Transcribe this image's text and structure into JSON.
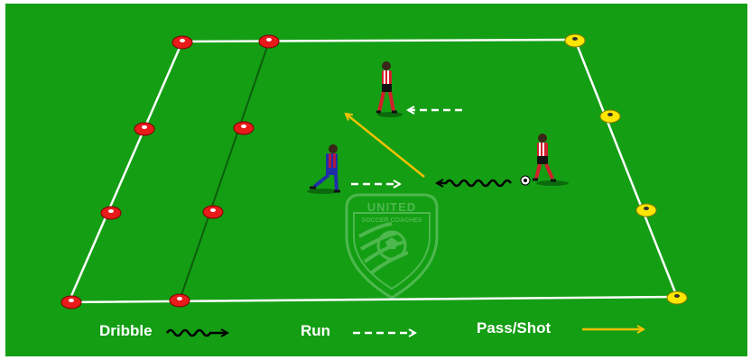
{
  "colors": {
    "field": "#149e14",
    "boundary": "#ffffff",
    "cone_red": "#e81a1a",
    "cone_yellow": "#ffe600",
    "red_team_shirt": "#d11f2c",
    "blue_team_shirt": "#1f2fa8",
    "pass_arrow": "#f2c200",
    "run_arrow": "#ffffff",
    "dribble_arrow": "#000000",
    "watermark": "#6cc06c"
  },
  "watermark": {
    "line1": "UNITED",
    "line2": "SOCCER COACHES"
  },
  "legend": {
    "dribble": "Dribble",
    "run": "Run",
    "pass_shot": "Pass/Shot"
  },
  "icons": {
    "dribble": "wavy-arrow-icon",
    "run": "dashed-arrow-icon",
    "pass_shot": "solid-arrow-icon"
  }
}
